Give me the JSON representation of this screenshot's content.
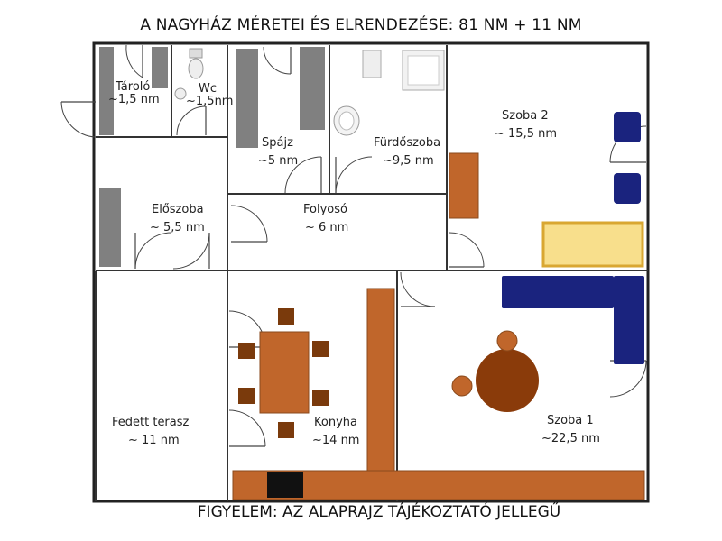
{
  "title": "A NAGYHÁZ MÉRETEI ÉS ELRENDEZÉSE: 81 NM + 11 NM",
  "footer": "FIGYELEM: AZ ALAPRAJZ TÁJÉKOZTATÓ JELLEGŰ",
  "rooms": {
    "tarolo": {
      "name": "Tároló",
      "area": "~1,5 nm"
    },
    "wc": {
      "name": "Wc",
      "area": "~1,5nm"
    },
    "spajz": {
      "name": "Spájz",
      "area": "~5 nm"
    },
    "furdoszoba": {
      "name": "Fürdőszoba",
      "area": "~9,5 nm"
    },
    "szoba2": {
      "name": "Szoba 2",
      "area": "~ 15,5 nm"
    },
    "eloszoba": {
      "name": "Előszoba",
      "area": "~ 5,5 nm"
    },
    "folyoso": {
      "name": "Folyosó",
      "area": "~ 6 nm"
    },
    "terasz": {
      "name": "Fedett terasz",
      "area": "~ 11 nm"
    },
    "konyha": {
      "name": "Konyha",
      "area": "~14 nm"
    },
    "szoba1": {
      "name": "Szoba 1",
      "area": "~22,5 nm"
    }
  },
  "colors": {
    "wood": "#c0662b",
    "wood_dark": "#8a4a1c",
    "cabinet_gray": "#808080",
    "sofa_blue": "#1a237e",
    "chair_brown": "#7a3a0c",
    "bed_yellow": "#f8df8c",
    "wall": "#222222"
  }
}
